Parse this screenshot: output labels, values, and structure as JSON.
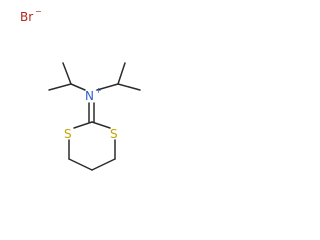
{
  "molecule": {
    "atoms": {
      "bromide": "Br",
      "bromide_charge": "−",
      "nitrogen": "N",
      "nitrogen_charge": "+",
      "sulfur_left": "S",
      "sulfur_right": "S"
    },
    "colors": {
      "bond": "#2b2b2b",
      "bromide": "#b3261e",
      "nitrogen": "#2f5ec8",
      "sulfur": "#c2a300"
    }
  }
}
